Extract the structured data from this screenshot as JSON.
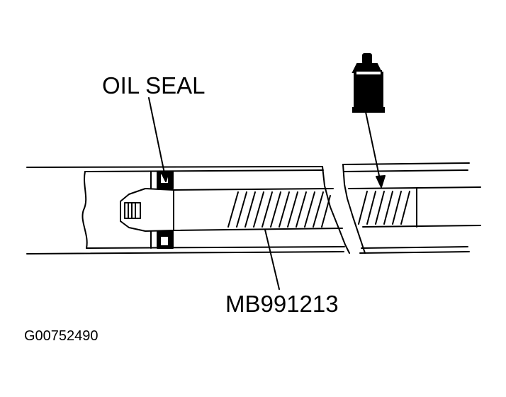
{
  "diagram": {
    "labels": {
      "oil_seal": "OIL SEAL",
      "tool": "MB991213"
    },
    "figure_id": "G00752490",
    "icons": [
      "oil-can-icon"
    ],
    "colors": {
      "ink": "#000000",
      "background": "#ffffff"
    }
  }
}
